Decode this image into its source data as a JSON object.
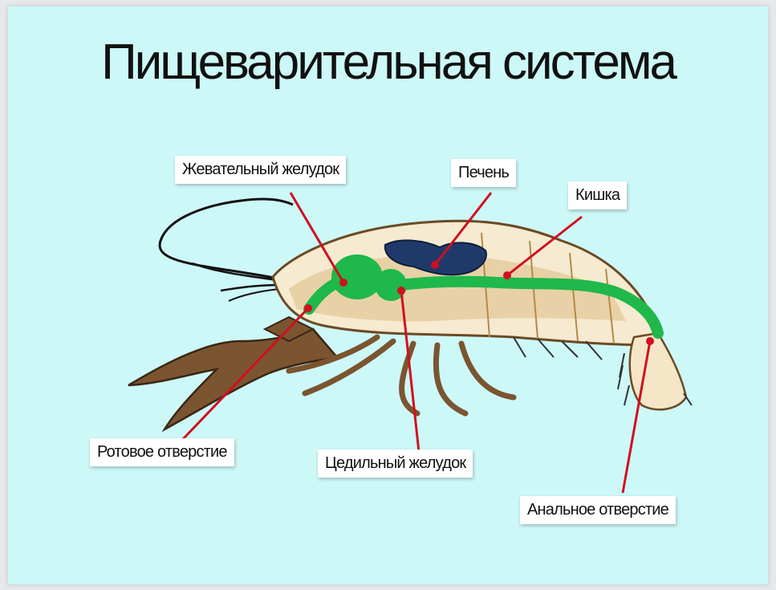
{
  "title": "Пищеварительная система",
  "colors": {
    "background": "#cdf8f8",
    "digestive_tract": "#1fb84a",
    "liver": "#1f3a6a",
    "pointer": "#d01020",
    "claw": "#7a5530",
    "body": "#f6ead0"
  },
  "labels": {
    "chewing_stomach": "Жевательный желудок",
    "liver": "Печень",
    "intestine": "Кишка",
    "mouth": "Ротовое отверстие",
    "filter_stomach": "Цедильный желудок",
    "anus": "Анальное отверстие"
  }
}
